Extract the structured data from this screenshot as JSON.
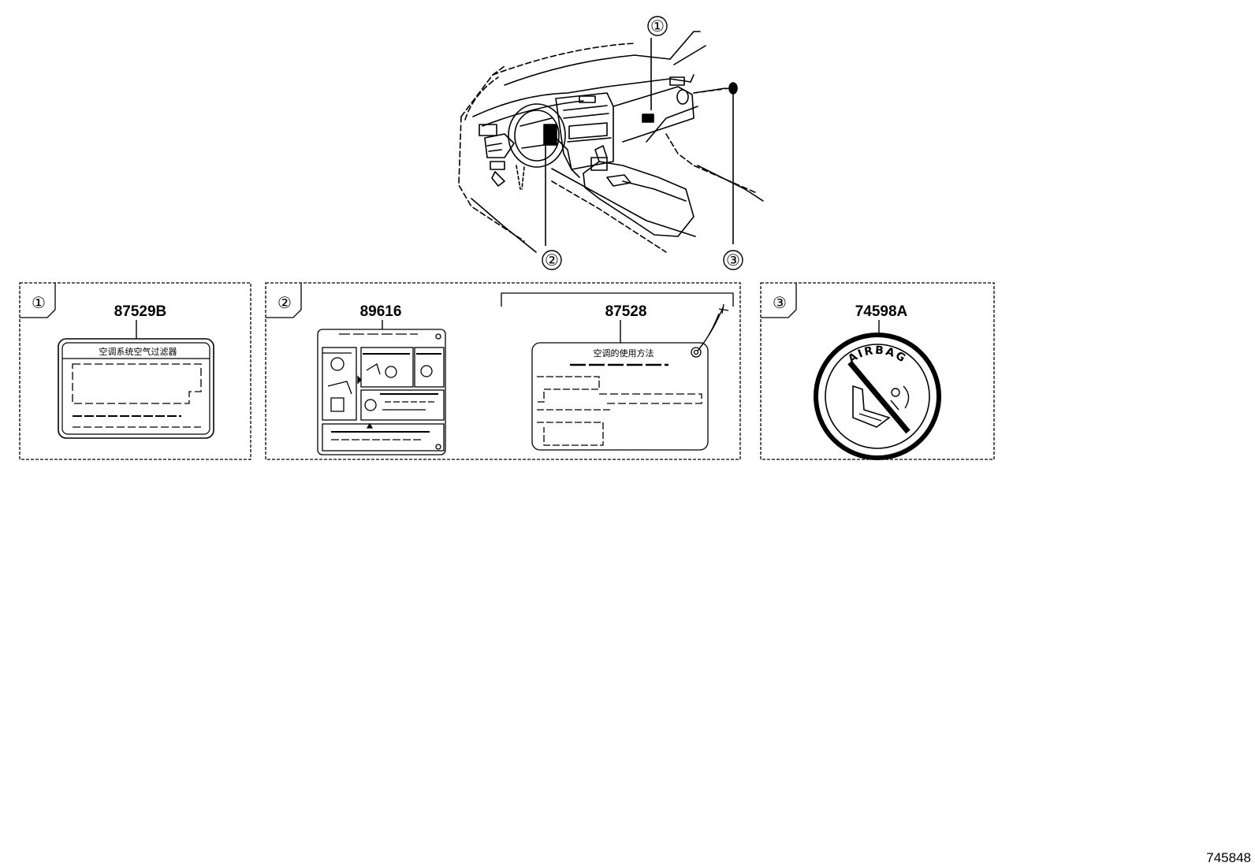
{
  "callouts": {
    "one": "①",
    "two": "②",
    "three": "③"
  },
  "panels": [
    {
      "index_label": "①",
      "parts": [
        {
          "part_number": "87529B",
          "label_text": "空调系统空气过滤器"
        }
      ]
    },
    {
      "index_label": "②",
      "parts": [
        {
          "part_number": "89616",
          "label_text": ""
        },
        {
          "part_number": "87528",
          "label_text": "空调的使用方法"
        }
      ]
    },
    {
      "index_label": "③",
      "parts": [
        {
          "part_number": "74598A",
          "label_text": "AIRBAG"
        }
      ]
    }
  ],
  "diagram_ref": "745848"
}
